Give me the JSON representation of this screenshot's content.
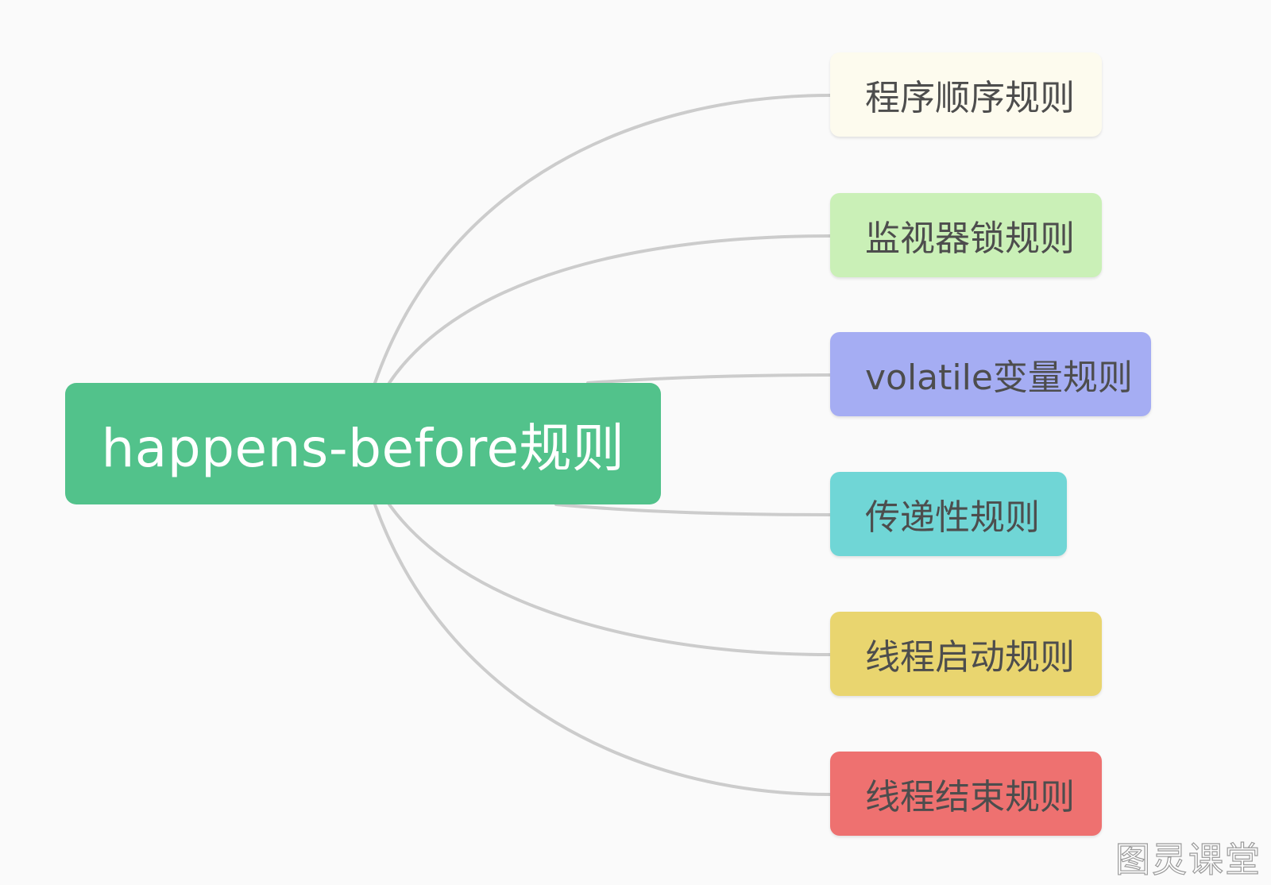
{
  "root": {
    "label": "happens-before规则",
    "color": "#52c28b"
  },
  "children": [
    {
      "label": "程序顺序规则",
      "color": "#fdfbee"
    },
    {
      "label": "监视器锁规则",
      "color": "#caf0b7"
    },
    {
      "label": "volatile变量规则",
      "color": "#a5adf3"
    },
    {
      "label": "传递性规则",
      "color": "#70d6d6"
    },
    {
      "label": "线程启动规则",
      "color": "#e9d56f"
    },
    {
      "label": "线程结束规则",
      "color": "#ee7170"
    }
  ],
  "watermark": "图灵课堂",
  "connector_color": "#cccccc"
}
